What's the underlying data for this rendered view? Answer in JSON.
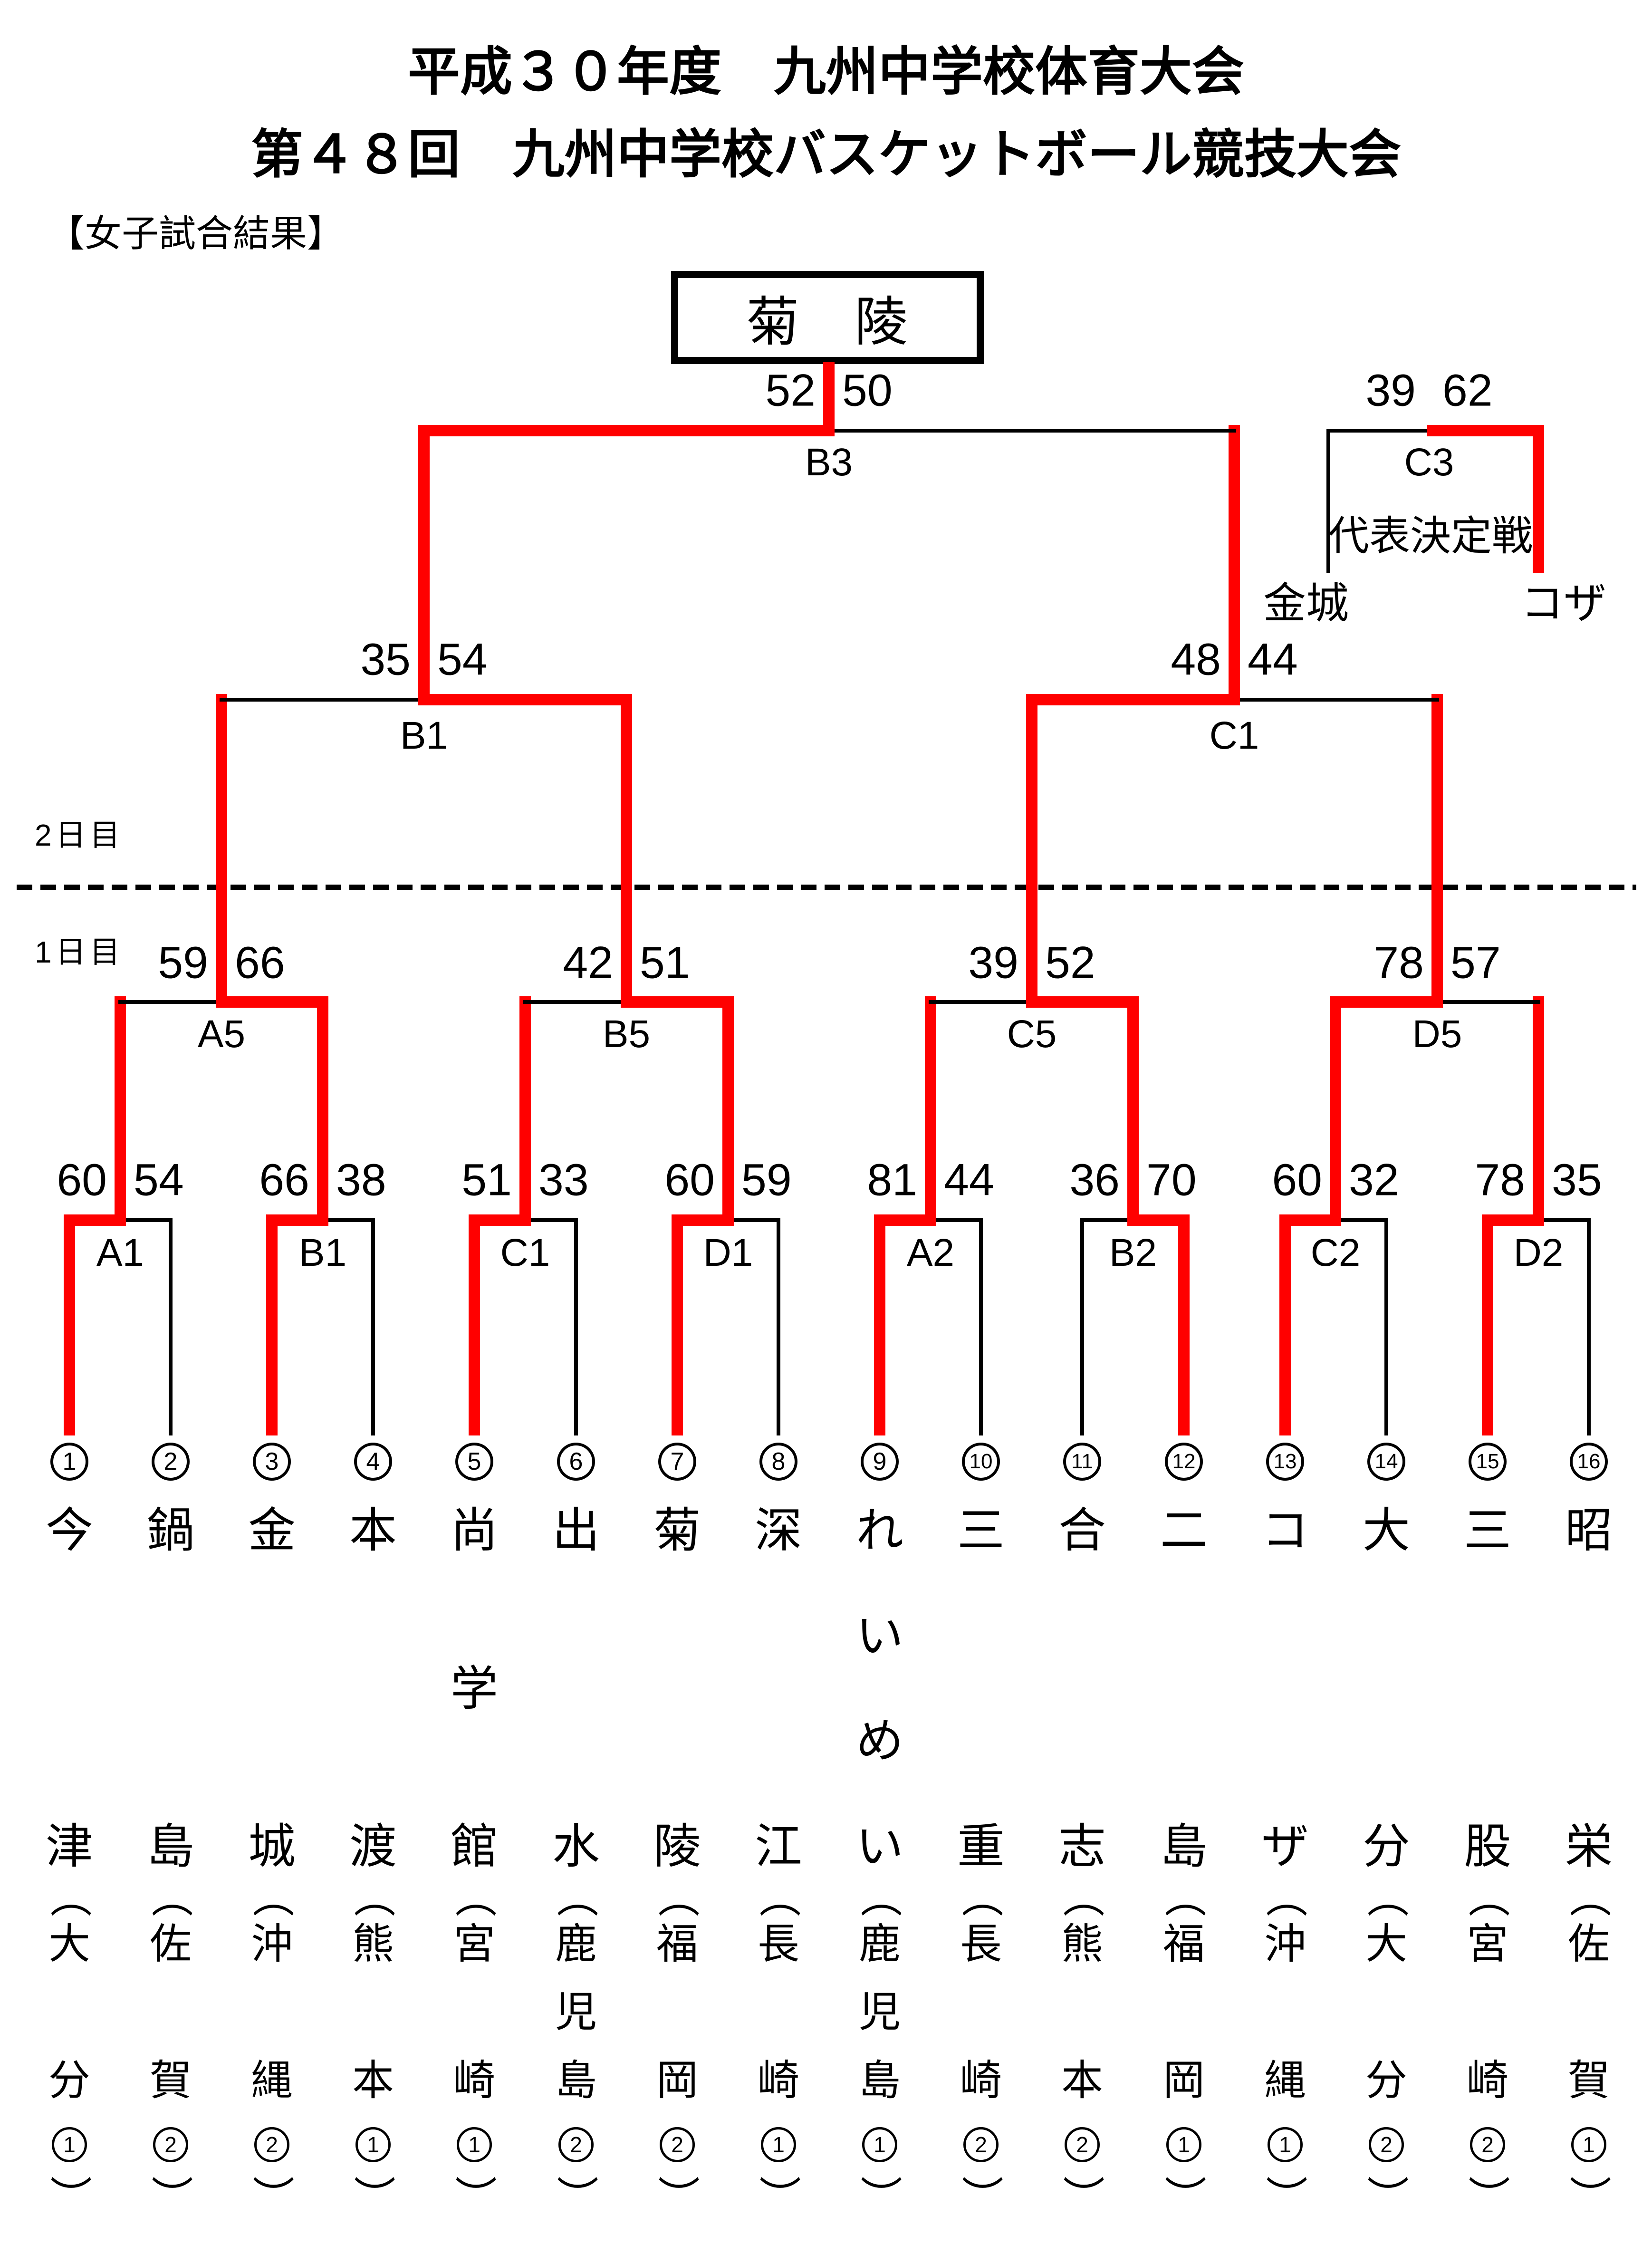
{
  "page": {
    "title_line1": "平成３０年度　九州中学校体育大会",
    "title_line2": "第４８回　九州中学校バスケットボール競技大会",
    "section_label": "【女子試合結果】",
    "day2_label": "2日目",
    "day1_label": "1日目",
    "paren_open": "（",
    "paren_close": "）",
    "colors": {
      "winner_path": "#ff0000",
      "line": "#000000"
    }
  },
  "champion": {
    "name": "菊　陵"
  },
  "matches": {
    "final": {
      "label": "B3",
      "score_left": 52,
      "score_right": 50,
      "winner": "left"
    },
    "playoff": {
      "label": "C3",
      "note": "代表決定戦",
      "team_left": "金城",
      "team_right": "コザ",
      "score_left": 39,
      "score_right": 62,
      "winner": "right"
    },
    "semifinals": [
      {
        "label": "B1",
        "score_left": 35,
        "score_right": 54,
        "winner": "right"
      },
      {
        "label": "C1",
        "score_left": 48,
        "score_right": 44,
        "winner": "left"
      }
    ],
    "quarterfinals": [
      {
        "label": "A5",
        "score_left": 59,
        "score_right": 66,
        "winner": "right"
      },
      {
        "label": "B5",
        "score_left": 42,
        "score_right": 51,
        "winner": "right"
      },
      {
        "label": "C5",
        "score_left": 39,
        "score_right": 52,
        "winner": "right"
      },
      {
        "label": "D5",
        "score_left": 78,
        "score_right": 57,
        "winner": "left"
      }
    ],
    "round1": [
      {
        "label": "A1",
        "score_left": 60,
        "score_right": 54,
        "winner": "left"
      },
      {
        "label": "B1",
        "score_left": 66,
        "score_right": 38,
        "winner": "left"
      },
      {
        "label": "C1",
        "score_left": 51,
        "score_right": 33,
        "winner": "left"
      },
      {
        "label": "D1",
        "score_left": 60,
        "score_right": 59,
        "winner": "left"
      },
      {
        "label": "A2",
        "score_left": 81,
        "score_right": 44,
        "winner": "left"
      },
      {
        "label": "B2",
        "score_left": 36,
        "score_right": 70,
        "winner": "right"
      },
      {
        "label": "C2",
        "score_left": 60,
        "score_right": 32,
        "winner": "left"
      },
      {
        "label": "D2",
        "score_left": 78,
        "score_right": 35,
        "winner": "left"
      }
    ]
  },
  "teams": [
    {
      "number": 1,
      "name": "今津",
      "prefecture": "大分",
      "seed": 1
    },
    {
      "number": 2,
      "name": "鍋島",
      "prefecture": "佐賀",
      "seed": 2
    },
    {
      "number": 3,
      "name": "金城",
      "prefecture": "沖縄",
      "seed": 2
    },
    {
      "number": 4,
      "name": "本渡",
      "prefecture": "熊本",
      "seed": 1
    },
    {
      "number": 5,
      "name": "尚学館",
      "prefecture": "宮崎",
      "seed": 1
    },
    {
      "number": 6,
      "name": "出水",
      "prefecture": "鹿児島",
      "seed": 2
    },
    {
      "number": 7,
      "name": "菊陵",
      "prefecture": "福岡",
      "seed": 2
    },
    {
      "number": 8,
      "name": "深江",
      "prefecture": "長崎",
      "seed": 1
    },
    {
      "number": 9,
      "name": "れいめい",
      "prefecture": "鹿児島",
      "seed": 1
    },
    {
      "number": 10,
      "name": "三重",
      "prefecture": "長崎",
      "seed": 2
    },
    {
      "number": 11,
      "name": "合志",
      "prefecture": "熊本",
      "seed": 2
    },
    {
      "number": 12,
      "name": "二島",
      "prefecture": "福岡",
      "seed": 1
    },
    {
      "number": 13,
      "name": "コザ",
      "prefecture": "沖縄",
      "seed": 1
    },
    {
      "number": 14,
      "name": "大分",
      "prefecture": "大分",
      "seed": 2
    },
    {
      "number": 15,
      "name": "三股",
      "prefecture": "宮崎",
      "seed": 2
    },
    {
      "number": 16,
      "name": "昭栄",
      "prefecture": "佐賀",
      "seed": 1
    }
  ]
}
